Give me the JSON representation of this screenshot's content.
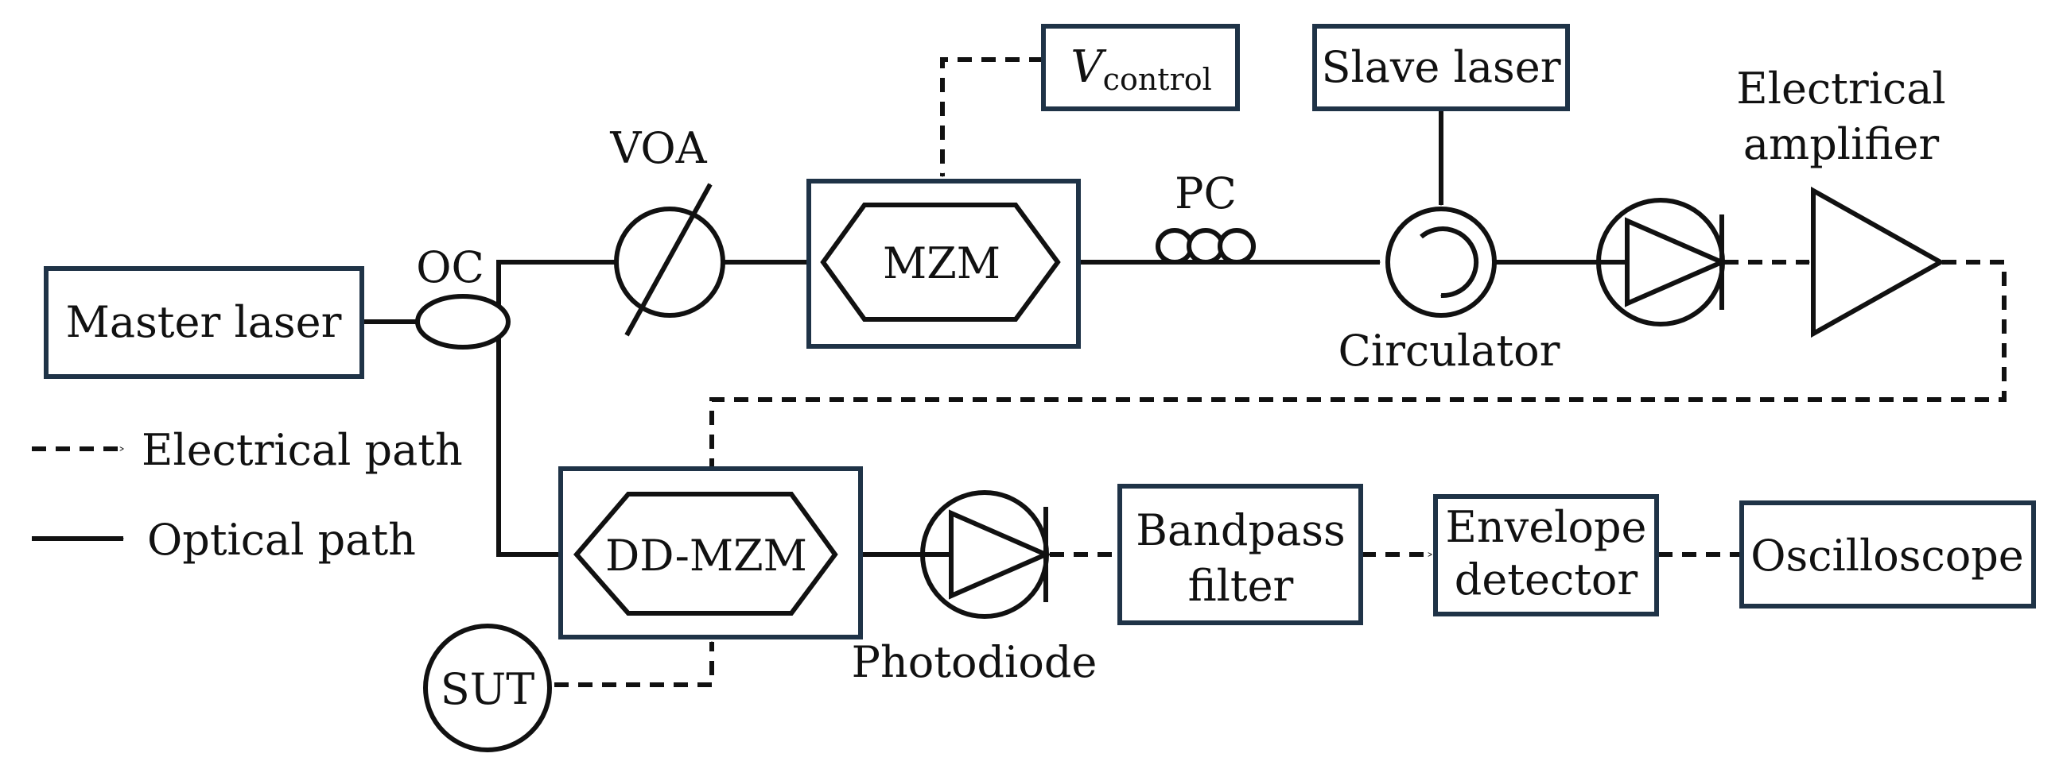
{
  "blocks": {
    "master_laser": "Master laser",
    "oc": "OC",
    "voa": "VOA",
    "mzm": "MZM",
    "v_control_base": "V",
    "v_control_sub": "control",
    "slave_laser": "Slave laser",
    "pc": "PC",
    "circulator": "Circulator",
    "electrical_amplifier_line1": "Electrical",
    "electrical_amplifier_line2": "amplifier",
    "dd_mzm": "DD-MZM",
    "photodiode": "Photodiode",
    "bandpass_filter_line1": "Bandpass",
    "bandpass_filter_line2": "filter",
    "envelope_detector_line1": "Envelope",
    "envelope_detector_line2": "detector",
    "oscilloscope": "Oscilloscope",
    "sut": "SUT"
  },
  "legend": {
    "electrical": "Electrical path",
    "optical": "Optical path"
  },
  "colors": {
    "box_border": "#1f3347",
    "line": "#111111"
  }
}
